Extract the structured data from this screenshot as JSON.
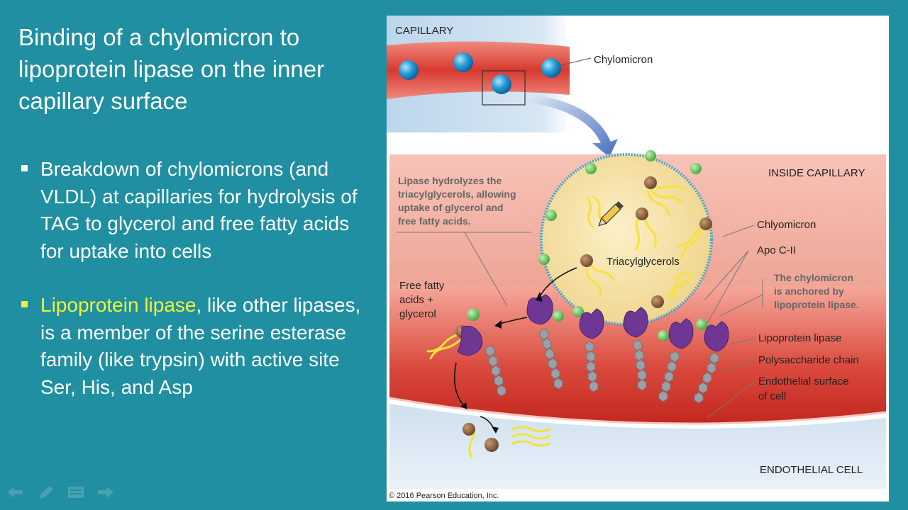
{
  "slide": {
    "title": "Binding of a chylomicron to lipoprotein lipase on the inner capillary surface",
    "bullet1": "Breakdown of chylomicrons (and VLDL) at capillaries for hydrolysis of TAG to glycerol and free fatty acids  for uptake into cells",
    "bullet2_highlight": "Lipoprotein lipase",
    "bullet2_rest": ", like other lipases, is a member of the serine esterase family (like trypsin) with active site Ser, His, and Asp"
  },
  "figure": {
    "capillary": "CAPILLARY",
    "chylomicron_top": "Chylomicron",
    "inside_capillary": "INSIDE CAPILLARY",
    "lipase_note": [
      "Lipase hydrolyzes the",
      "triacylglycerols, allowing",
      "uptake of glycerol and",
      "free fatty acids."
    ],
    "chylomicron_label": "Chlyomicron",
    "apo": "Apo C-II",
    "anchored_note": [
      "The chylomicron",
      "is anchored by",
      "lipoprotein lipase."
    ],
    "triacylglycerols": "Triacylglycerols",
    "ffa": [
      "Free fatty",
      "acids +",
      "glycerol"
    ],
    "lpl": "Lipoprotein lipase",
    "polysaccharide": "Polysaccharide chain",
    "endothelial_surface": [
      "Endothelial surface",
      "of cell"
    ],
    "endothelial_cell": "ENDOTHELIAL CELL",
    "copyright": "© 2016 Pearson Education, Inc."
  },
  "nav": {
    "icons": [
      "back-arrow-icon",
      "pen-icon",
      "menu-icon",
      "forward-arrow-icon"
    ]
  },
  "colors": {
    "background": "#1f8fa1",
    "highlight": "#f2f23a",
    "vessel": "#d23a32",
    "chylomicron": "#f7e3a8",
    "lipase": "#7a3f9a"
  }
}
